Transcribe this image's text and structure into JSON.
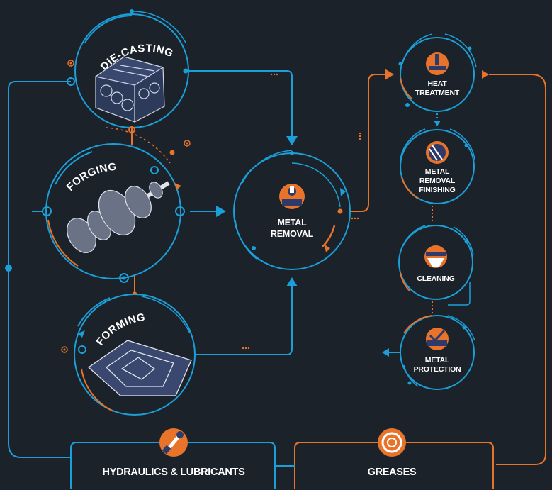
{
  "colors": {
    "background": "#1c222a",
    "blue": "#1b9fd8",
    "orange": "#e8732a",
    "white": "#ffffff"
  },
  "processes": {
    "die_casting": "DIE-CASTING",
    "forging": "FORGING",
    "forming": "FORMING",
    "metal_removal_1": "METAL",
    "metal_removal_2": "REMOVAL"
  },
  "steps": {
    "heat_treatment_1": "HEAT",
    "heat_treatment_2": "TREATMENT",
    "finishing_1": "METAL",
    "finishing_2": "REMOVAL",
    "finishing_3": "FINISHING",
    "cleaning": "CLEANING",
    "protection_1": "METAL",
    "protection_2": "PROTECTION"
  },
  "bottom": {
    "hydraulics": "HYDRAULICS & LUBRICANTS",
    "greases": "GREASES"
  },
  "icons": {
    "die_casting": "engine-block-icon",
    "forging": "gear-shaft-icon",
    "forming": "car-hood-icon",
    "metal_removal": "cutting-tool-icon",
    "heat_treatment": "flame-icon",
    "finishing": "striped-disc-icon",
    "cleaning": "cleaning-icon",
    "protection": "checkmark-shield-icon",
    "hydraulics": "wrench-icon",
    "greases": "bearing-icon"
  }
}
